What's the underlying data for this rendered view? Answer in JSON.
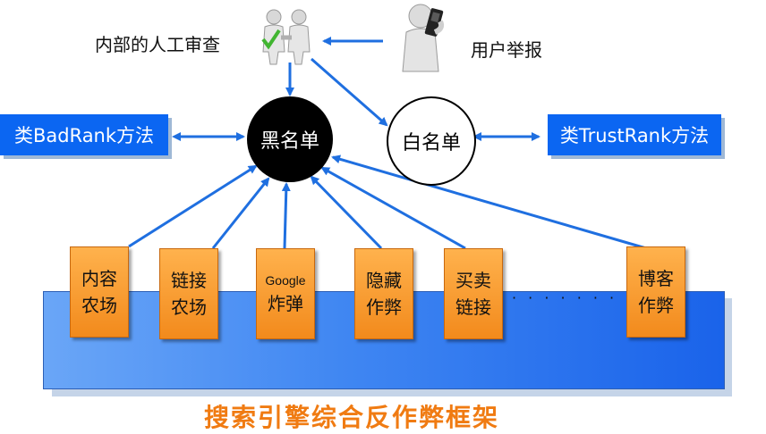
{
  "top": {
    "review_label": "内部的人工审查",
    "report_label": "用户举报"
  },
  "methods": {
    "badrank": "类BadRank方法",
    "trustrank": "类TrustRank方法"
  },
  "lists": {
    "blacklist": "黑名单",
    "whitelist": "白名单"
  },
  "techniques": [
    {
      "line1": "内容",
      "line2": "农场"
    },
    {
      "line1": "链接",
      "line2": "农场"
    },
    {
      "line1": "Google",
      "line2": "炸弹"
    },
    {
      "line1": "隐藏",
      "line2": "作弊"
    },
    {
      "line1": "买卖",
      "line2": "链接"
    },
    {
      "line1": "博客",
      "line2": "作弊"
    }
  ],
  "ellipsis": "· · · · · · · · ·",
  "framework_title": "搜索引擎综合反作弊框架",
  "colors": {
    "arrow": "#1f6fe0",
    "method_box": "#0b66f2",
    "technique_box": "#f28a1c",
    "title": "#f07b12"
  },
  "icons": {
    "review": "handshake-people-icon",
    "report": "person-phone-icon"
  }
}
